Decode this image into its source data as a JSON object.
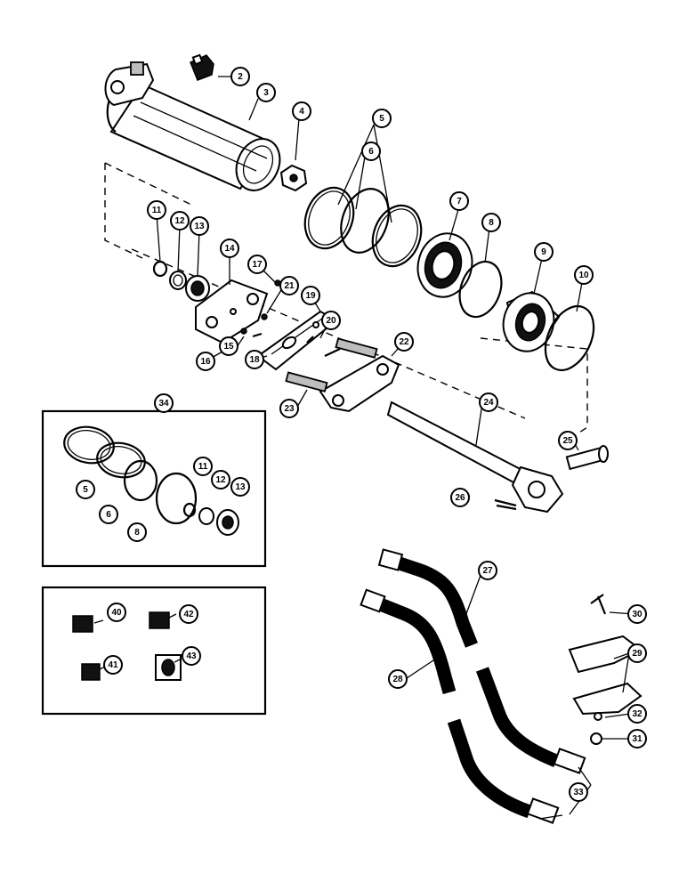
{
  "callouts": {
    "c2": "2",
    "c3": "3",
    "c4": "4",
    "c5": "5",
    "c6": "6",
    "c7": "7",
    "c8": "8",
    "c9": "9",
    "c10": "10",
    "c11": "11",
    "c12": "12",
    "c13": "13",
    "c14": "14",
    "c15": "15",
    "c16": "16",
    "c17": "17",
    "c18": "18",
    "c19": "19",
    "c20": "20",
    "c21": "21",
    "c22": "22",
    "c23": "23",
    "c24": "24",
    "c25": "25",
    "c26": "26",
    "c27": "27",
    "c28": "28",
    "c29": "29",
    "c30": "30",
    "c31": "31",
    "c32": "32",
    "c33": "33",
    "c34": "34",
    "k5": "5",
    "k6": "6",
    "k8": "8",
    "k11": "11",
    "k12": "12",
    "k13": "13",
    "c40": "40",
    "c41": "41",
    "c42": "42",
    "c43": "43"
  },
  "colors": {
    "ink": "#000000",
    "paper": "#ffffff"
  }
}
